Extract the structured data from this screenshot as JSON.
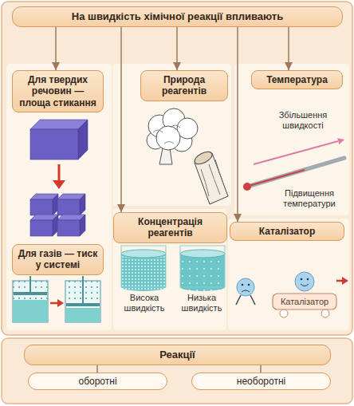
{
  "diagram": {
    "nodes": [
      {
        "text": [
          "На швидкість хімічної реакції впливають"
        ]
      },
      {
        "text": [
          "Для твердих речовин — площа стикання"
        ]
      },
      {
        "text": [
          "Природа реагентів"
        ]
      },
      {
        "text": [
          "Температура"
        ]
      },
      {
        "text": [
          "Концентрація реагентів"
        ]
      },
      {
        "text": [
          "Каталізатор"
        ]
      },
      {
        "text": [
          "Для газів — тиск у системі"
        ]
      },
      {
        "text": [
          "Реакції"
        ]
      },
      {
        "text": [
          "оборотні"
        ]
      },
      {
        "text": [
          "необоротні"
        ]
      }
    ],
    "edges": [
      {
        "from": 0,
        "to": 1,
        "arrow": "to"
      },
      {
        "from": 0,
        "to": 2,
        "arrow": "to"
      },
      {
        "from": 0,
        "to": 3,
        "arrow": "to"
      },
      {
        "from": 0,
        "to": 4,
        "arrow": "to"
      },
      {
        "from": 0,
        "to": 5,
        "arrow": "to"
      },
      {
        "from": 7,
        "to": 8,
        "arrow": "none"
      },
      {
        "from": 7,
        "to": 9,
        "arrow": "none"
      }
    ],
    "labels": [
      "Збільшення швидкості",
      "Підвищення температури",
      "Висока швидкість",
      "Низька швидкість",
      "Каталізатор"
    ]
  }
}
